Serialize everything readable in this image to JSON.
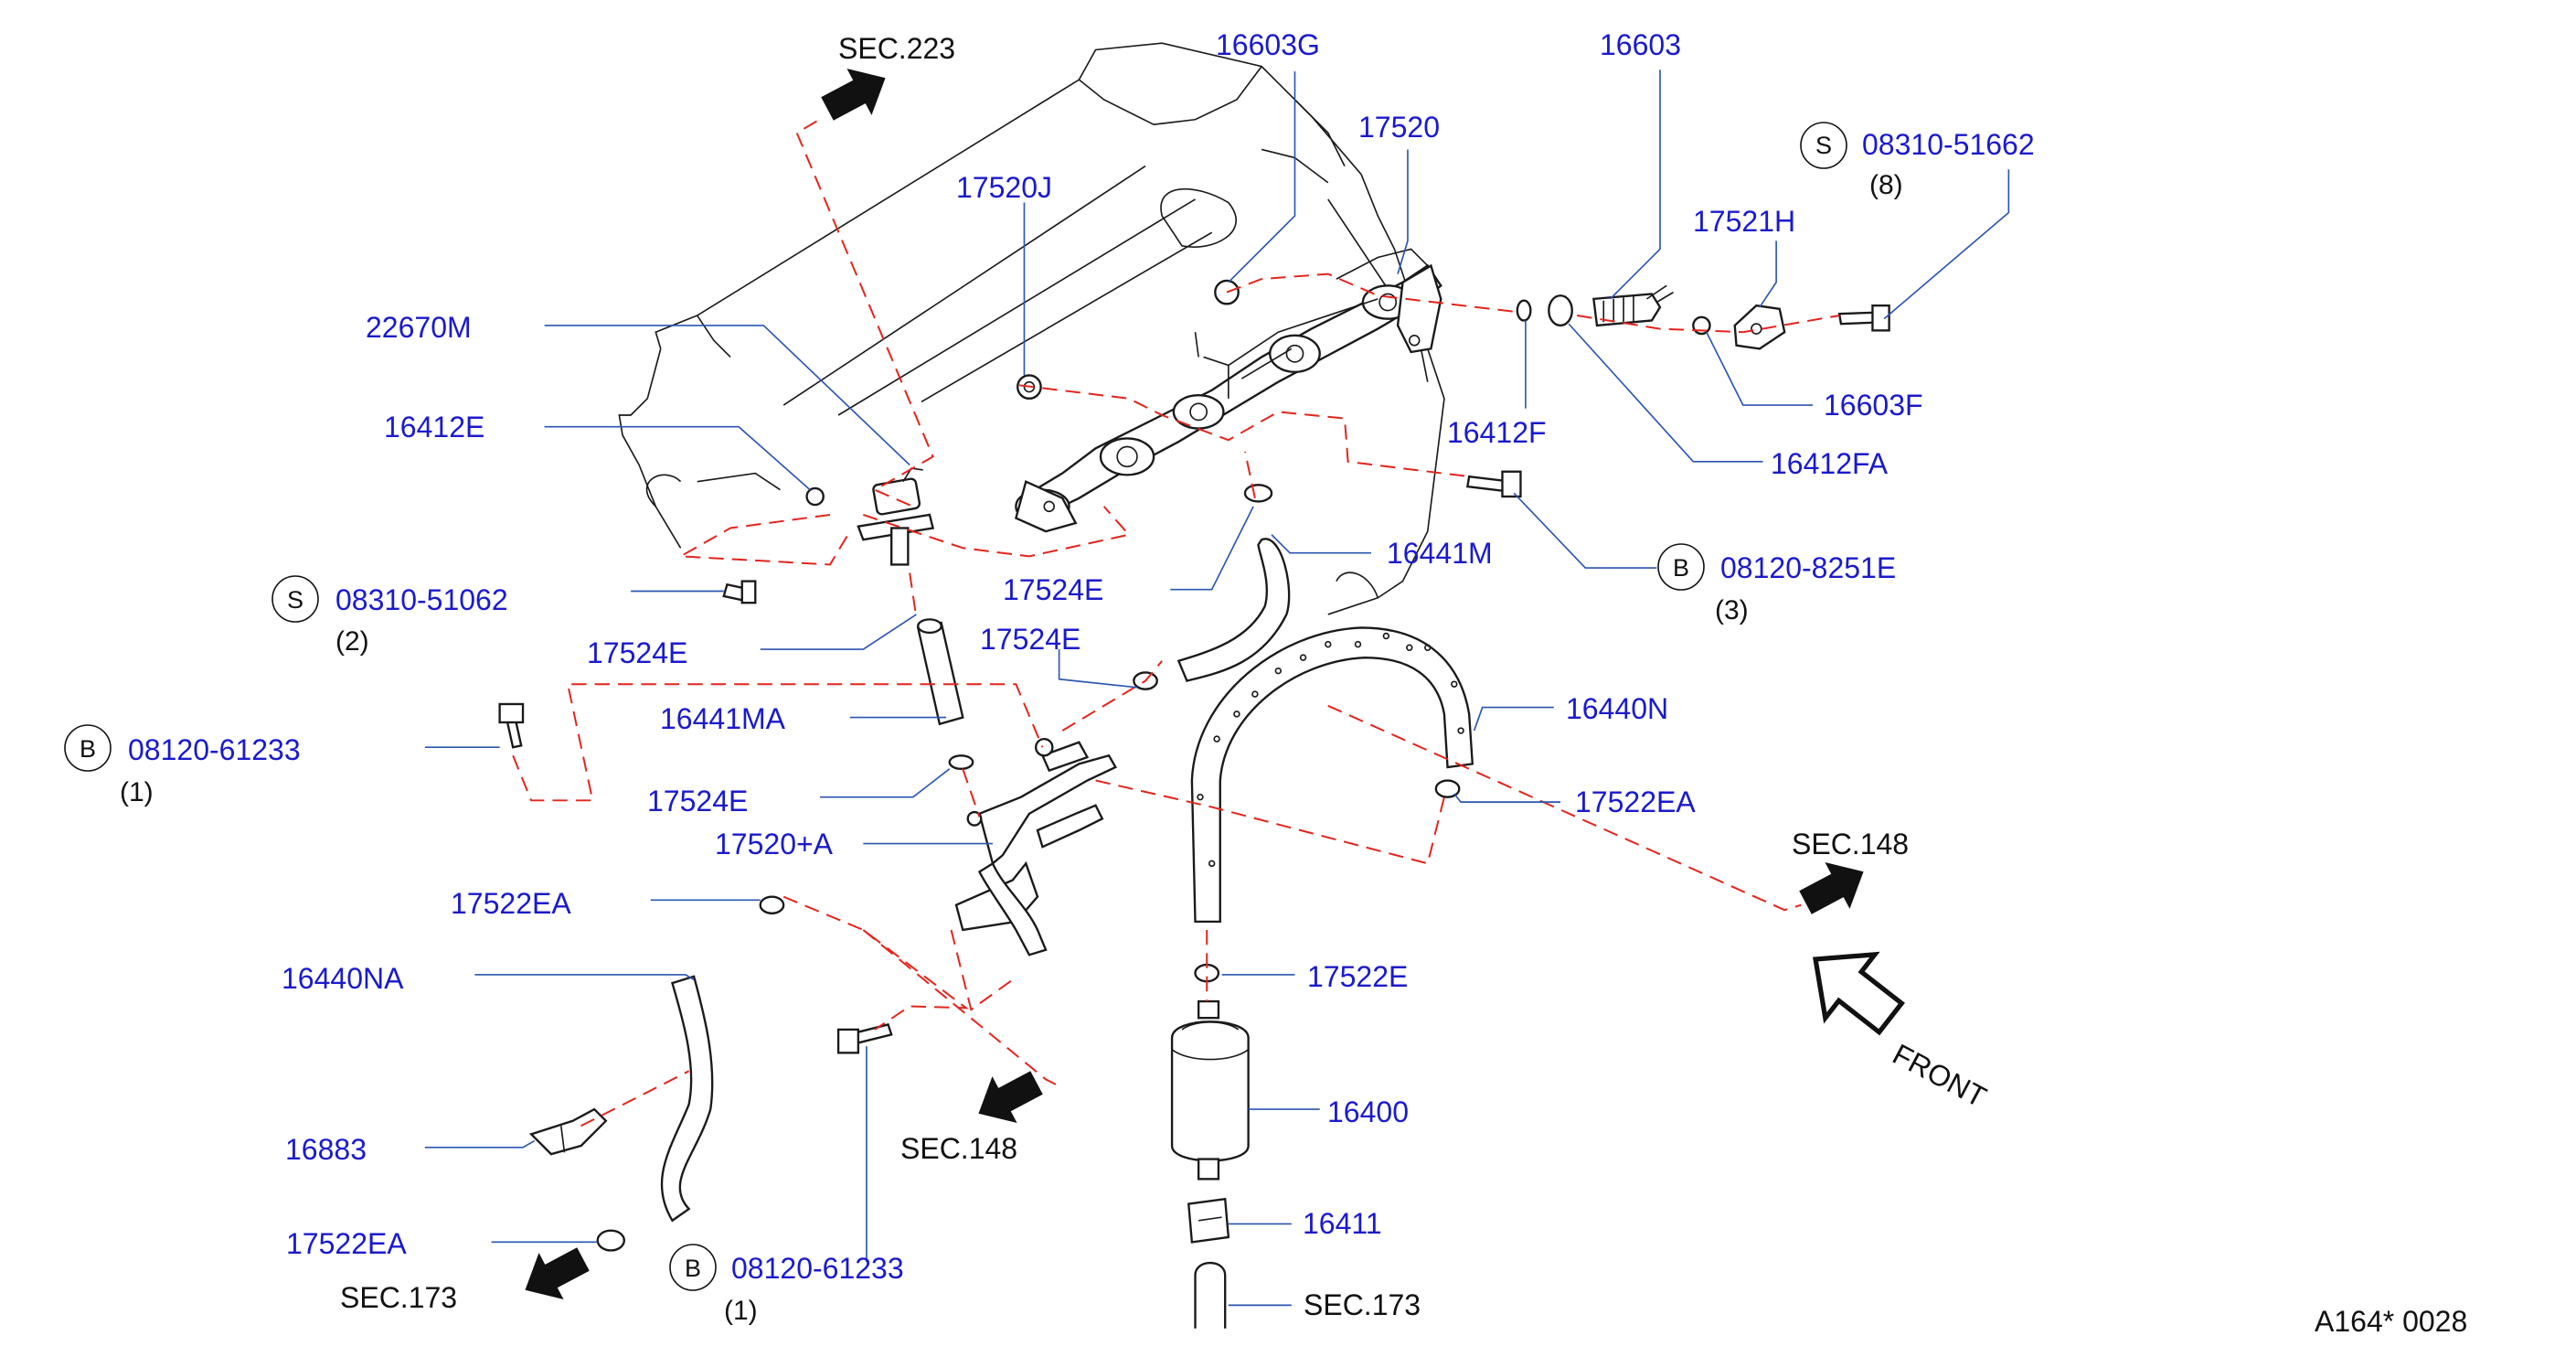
{
  "labels": {
    "p16603G": "16603G",
    "p16603": "16603",
    "p17520": "17520",
    "p08310_51662": "08310-51662",
    "q8": "(8)",
    "p17521H": "17521H",
    "p17520J": "17520J",
    "p22670M": "22670M",
    "p16412E": "16412E",
    "p16412F": "16412F",
    "p16603F": "16603F",
    "p16412FA": "16412FA",
    "p08120_8251E": "08120-8251E",
    "q3": "(3)",
    "p16441M": "16441M",
    "p08310_51062": "08310-51062",
    "q2": "(2)",
    "p17524E_1": "17524E",
    "p17524E_2": "17524E",
    "p17524E_3": "17524E",
    "p17524E_4": "17524E",
    "p08120_61233_1": "08120-61233",
    "q1a": "(1)",
    "p16441MA": "16441MA",
    "p16440N": "16440N",
    "p17522EA_1": "17522EA",
    "p17520A": "17520+A",
    "p17522EA_2": "17522EA",
    "p16440NA": "16440NA",
    "p17522E": "17522E",
    "p16400": "16400",
    "p16883": "16883",
    "p17522EA_3": "17522EA",
    "p08120_61233_2": "08120-61233",
    "q1b": "(1)",
    "p16411": "16411"
  },
  "refs": {
    "sec223": "SEC.223",
    "sec148_right": "SEC.148",
    "sec148_mid": "SEC.148",
    "sec173_left": "SEC.173",
    "sec173_bottom": "SEC.173",
    "front": "FRONT"
  },
  "symbols": {
    "s": "S",
    "b": "B"
  },
  "catalog_code": "A164*  0028",
  "colors": {
    "part_number": "#1a1acc",
    "leader": "#2a55b0",
    "assembly_line": "#e3241c",
    "ink": "#111111"
  }
}
